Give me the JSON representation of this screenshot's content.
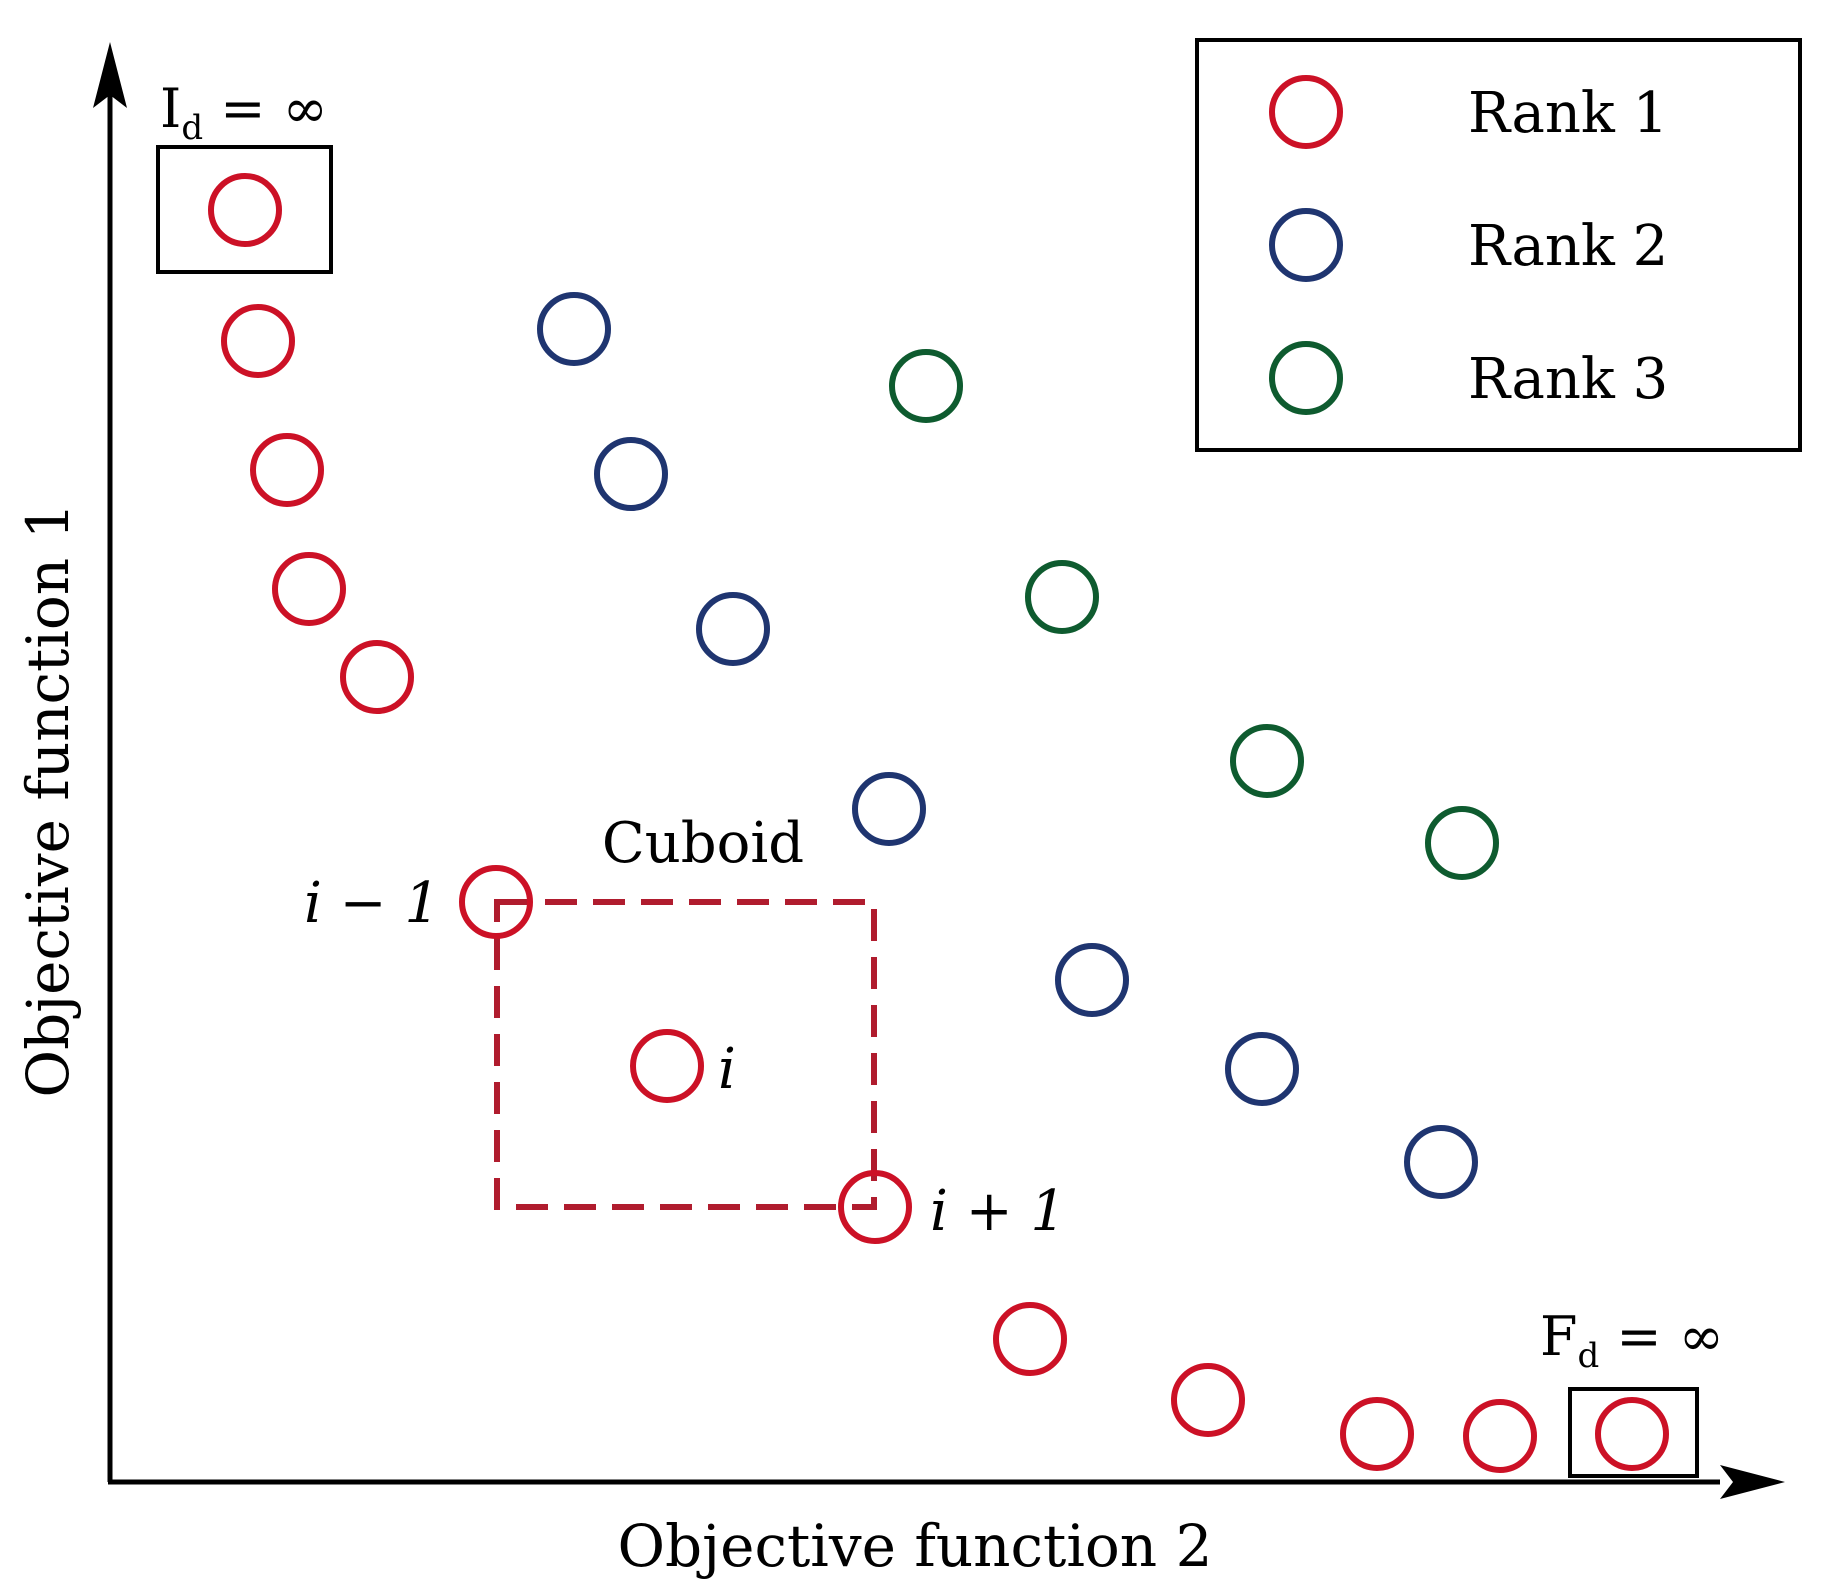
{
  "axes": {
    "xlabel": "Objective function 2",
    "ylabel": "Objective function 1"
  },
  "legend": {
    "items": [
      {
        "label": "Rank 1",
        "color": "#cc1126"
      },
      {
        "label": "Rank 2",
        "color": "#1f3570"
      },
      {
        "label": "Rank 3",
        "color": "#0e5b2f"
      }
    ]
  },
  "annotations": {
    "id_main": "I",
    "id_sub": "d",
    "id_rest": " = ∞",
    "fd_main": "F",
    "fd_sub": "d",
    "fd_rest": " = ∞",
    "cuboid": "Cuboid",
    "i_minus_1": "i − 1",
    "i": "i",
    "i_plus_1": "i + 1"
  }
}
